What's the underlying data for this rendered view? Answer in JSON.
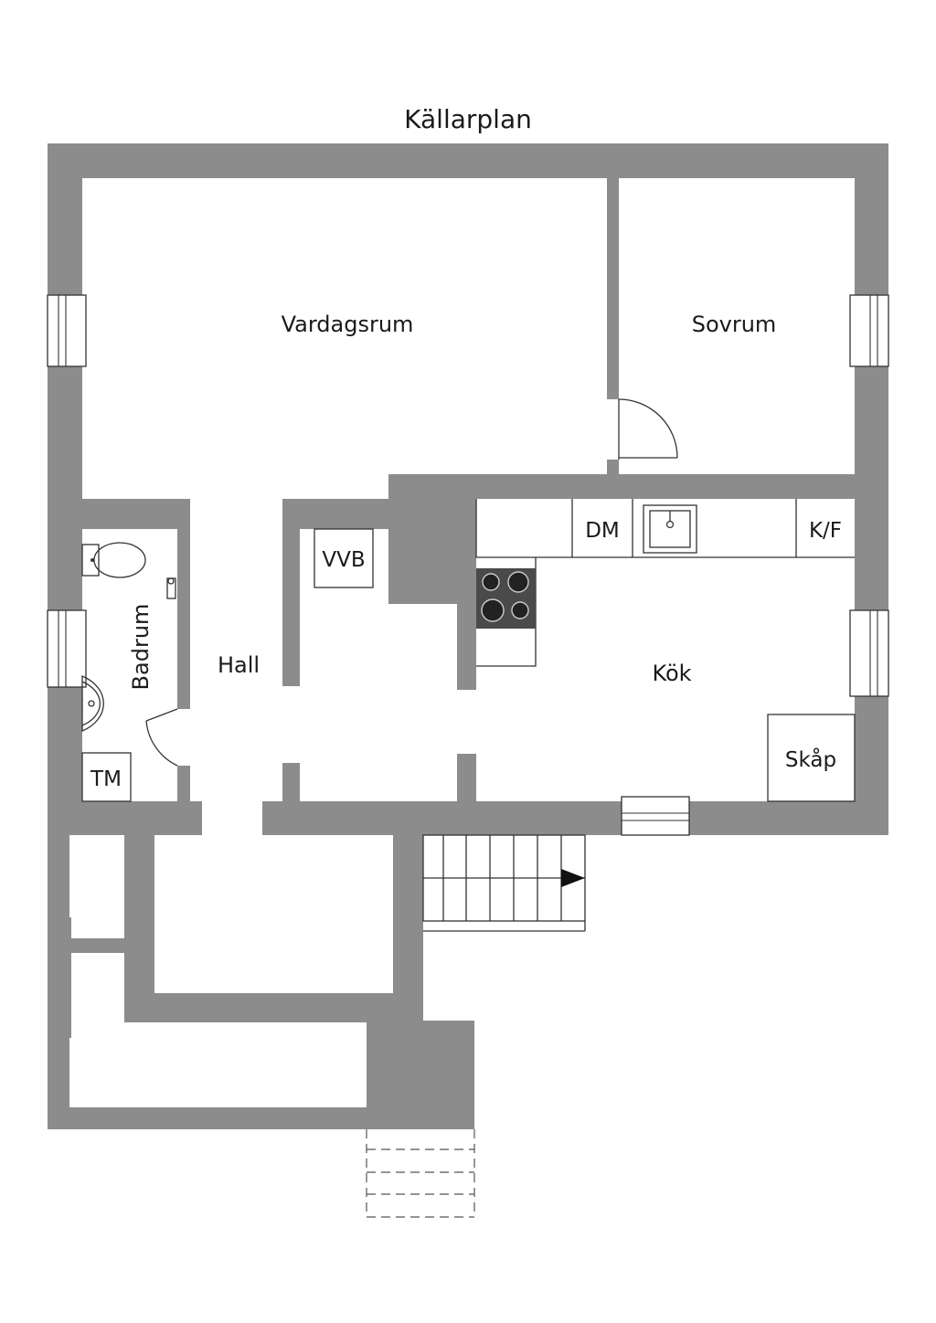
{
  "title": "Källarplan",
  "rooms": {
    "vardagsrum": "Vardagsrum",
    "sovrum": "Sovrum",
    "hall": "Hall",
    "badrum": "Badrum",
    "kok": "Kök"
  },
  "fixtures": {
    "vvb": "VVB",
    "dm": "DM",
    "kf": "K/F",
    "tm": "TM",
    "skap": "Skåp"
  },
  "colors": {
    "wall": "#8c8c8c",
    "line": "#333333",
    "background": "#ffffff",
    "stove": "#4a4a4a"
  }
}
